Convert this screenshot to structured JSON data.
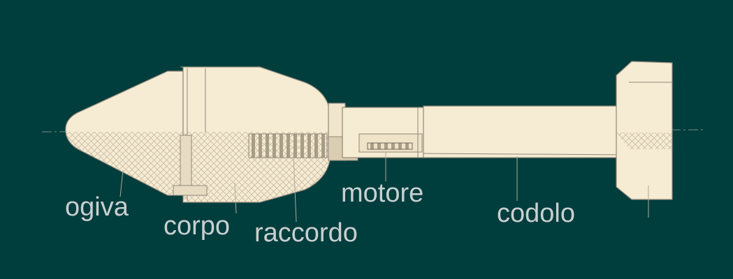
{
  "colors": {
    "background": "#003d3d",
    "paper": "#f6ebd3",
    "ink": "#8f887a",
    "hatch": "#c7bba3",
    "label": "#c9cfcf"
  },
  "labels": {
    "ogiva": "ogiva",
    "corpo": "corpo",
    "raccordo": "raccordo",
    "motore": "motore",
    "codolo": "codolo"
  }
}
